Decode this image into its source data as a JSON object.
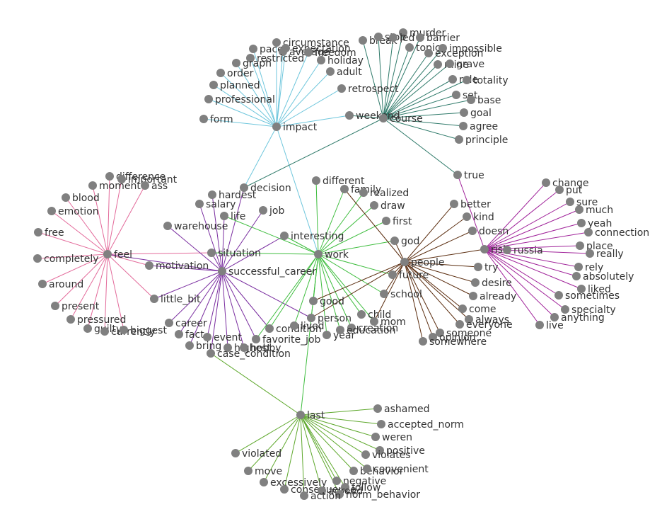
{
  "colors": {
    "node": "#808080",
    "label": "#333333",
    "edge_impact": "#6ec6dc",
    "edge_course": "#2f7a6a",
    "edge_feel": "#e36a9a",
    "edge_successful_career": "#7a2ea0",
    "edge_work": "#3ebd3e",
    "edge_people": "#5a2c0e",
    "edge_risk": "#a0239a",
    "edge_last": "#5ea82c"
  },
  "nodes": [
    {
      "id": "impact",
      "label": "impact"
    },
    {
      "id": "circumstance",
      "label": "circumstance"
    },
    {
      "id": "expectation",
      "label": "expectation"
    },
    {
      "id": "pace",
      "label": "pace"
    },
    {
      "id": "average",
      "label": "average"
    },
    {
      "id": "freedom",
      "label": "freedom"
    },
    {
      "id": "restricted",
      "label": "restricted"
    },
    {
      "id": "holiday",
      "label": "holiday"
    },
    {
      "id": "graph",
      "label": "graph"
    },
    {
      "id": "adult",
      "label": "adult"
    },
    {
      "id": "order",
      "label": "order"
    },
    {
      "id": "planned",
      "label": "planned"
    },
    {
      "id": "retrospect",
      "label": "retrospect"
    },
    {
      "id": "professional",
      "label": "professional"
    },
    {
      "id": "form",
      "label": "form"
    },
    {
      "id": "weekend",
      "label": "weekend"
    },
    {
      "id": "course",
      "label": "course"
    },
    {
      "id": "murder",
      "label": "murder"
    },
    {
      "id": "break",
      "label": "break"
    },
    {
      "id": "stop",
      "label": "stop"
    },
    {
      "id": "led",
      "label": "led"
    },
    {
      "id": "barrier",
      "label": "barrier"
    },
    {
      "id": "topic",
      "label": "topic"
    },
    {
      "id": "impossible",
      "label": "impossible"
    },
    {
      "id": "exception",
      "label": "exception"
    },
    {
      "id": "mine",
      "label": "mine"
    },
    {
      "id": "grave",
      "label": "grave"
    },
    {
      "id": "rule",
      "label": "rule"
    },
    {
      "id": "totality",
      "label": "totality"
    },
    {
      "id": "set",
      "label": "set"
    },
    {
      "id": "base",
      "label": "base"
    },
    {
      "id": "goal",
      "label": "goal"
    },
    {
      "id": "agree",
      "label": "agree"
    },
    {
      "id": "principle",
      "label": "principle"
    },
    {
      "id": "true",
      "label": "true"
    },
    {
      "id": "feel",
      "label": "feel"
    },
    {
      "id": "difference",
      "label": "difference"
    },
    {
      "id": "moment",
      "label": "moment"
    },
    {
      "id": "important",
      "label": "important"
    },
    {
      "id": "ass",
      "label": "ass"
    },
    {
      "id": "blood",
      "label": "blood"
    },
    {
      "id": "emotion",
      "label": "emotion"
    },
    {
      "id": "free",
      "label": "free"
    },
    {
      "id": "completely",
      "label": "completely"
    },
    {
      "id": "around",
      "label": "around"
    },
    {
      "id": "present",
      "label": "present"
    },
    {
      "id": "pressured",
      "label": "pressured"
    },
    {
      "id": "guilty",
      "label": "guilty"
    },
    {
      "id": "currently",
      "label": "currently"
    },
    {
      "id": "biggest",
      "label": "biggest"
    },
    {
      "id": "successful_career",
      "label": "successful_career"
    },
    {
      "id": "decision",
      "label": "decision"
    },
    {
      "id": "hardest",
      "label": "hardest"
    },
    {
      "id": "salary",
      "label": "salary"
    },
    {
      "id": "life",
      "label": "life"
    },
    {
      "id": "job",
      "label": "job"
    },
    {
      "id": "warehouse",
      "label": "warehouse"
    },
    {
      "id": "situation",
      "label": "situation"
    },
    {
      "id": "motivation",
      "label": "motivation"
    },
    {
      "id": "little_bit",
      "label": "little_bit"
    },
    {
      "id": "career",
      "label": "career"
    },
    {
      "id": "fact",
      "label": "fact"
    },
    {
      "id": "event",
      "label": "event"
    },
    {
      "id": "bring",
      "label": "bring"
    },
    {
      "id": "highest",
      "label": "highest"
    },
    {
      "id": "hobby",
      "label": "hobby"
    },
    {
      "id": "case_condition",
      "label": "case_condition"
    },
    {
      "id": "favorite_job",
      "label": "favorite_job"
    },
    {
      "id": "condition",
      "label": "condition"
    },
    {
      "id": "work",
      "label": "work"
    },
    {
      "id": "different",
      "label": "different"
    },
    {
      "id": "family",
      "label": "family"
    },
    {
      "id": "realized",
      "label": "realized"
    },
    {
      "id": "draw",
      "label": "draw"
    },
    {
      "id": "first",
      "label": "first"
    },
    {
      "id": "interesting",
      "label": "interesting"
    },
    {
      "id": "god",
      "label": "god"
    },
    {
      "id": "good",
      "label": "good"
    },
    {
      "id": "person",
      "label": "person"
    },
    {
      "id": "lived",
      "label": "lived"
    },
    {
      "id": "year",
      "label": "year"
    },
    {
      "id": "child",
      "label": "child"
    },
    {
      "id": "mom",
      "label": "mom"
    },
    {
      "id": "creation",
      "label": "creation"
    },
    {
      "id": "education",
      "label": "education"
    },
    {
      "id": "school",
      "label": "school"
    },
    {
      "id": "future",
      "label": "future"
    },
    {
      "id": "people",
      "label": "people"
    },
    {
      "id": "better",
      "label": "better"
    },
    {
      "id": "kind",
      "label": "kind"
    },
    {
      "id": "doesn",
      "label": "doesn"
    },
    {
      "id": "try",
      "label": "try"
    },
    {
      "id": "desire",
      "label": "desire"
    },
    {
      "id": "already",
      "label": "already"
    },
    {
      "id": "come",
      "label": "come"
    },
    {
      "id": "always",
      "label": "always"
    },
    {
      "id": "everyone",
      "label": "everyone"
    },
    {
      "id": "someone",
      "label": "someone"
    },
    {
      "id": "opinion",
      "label": "opinion"
    },
    {
      "id": "somewhere",
      "label": "somewhere"
    },
    {
      "id": "risk",
      "label": "risk"
    },
    {
      "id": "russia",
      "label": "russia"
    },
    {
      "id": "change",
      "label": "change"
    },
    {
      "id": "put",
      "label": "put"
    },
    {
      "id": "sure",
      "label": "sure"
    },
    {
      "id": "much",
      "label": "much"
    },
    {
      "id": "yeah",
      "label": "yeah"
    },
    {
      "id": "connection",
      "label": "connection"
    },
    {
      "id": "place",
      "label": "place"
    },
    {
      "id": "really",
      "label": "really"
    },
    {
      "id": "rely",
      "label": "rely"
    },
    {
      "id": "absolutely",
      "label": "absolutely"
    },
    {
      "id": "liked",
      "label": "liked"
    },
    {
      "id": "sometimes",
      "label": "sometimes"
    },
    {
      "id": "specialty",
      "label": "specialty"
    },
    {
      "id": "anything",
      "label": "anything"
    },
    {
      "id": "live",
      "label": "live"
    },
    {
      "id": "last",
      "label": "last"
    },
    {
      "id": "ashamed",
      "label": "ashamed"
    },
    {
      "id": "accepted_norm",
      "label": "accepted_norm"
    },
    {
      "id": "weren",
      "label": "weren"
    },
    {
      "id": "violated",
      "label": "violated"
    },
    {
      "id": "positive",
      "label": "positive"
    },
    {
      "id": "violates",
      "label": "violates"
    },
    {
      "id": "move",
      "label": "move"
    },
    {
      "id": "behavior",
      "label": "behavior"
    },
    {
      "id": "convenient",
      "label": "convenient"
    },
    {
      "id": "excessively",
      "label": "excessively"
    },
    {
      "id": "consequence",
      "label": "consequence"
    },
    {
      "id": "negative",
      "label": "negative"
    },
    {
      "id": "follow",
      "label": "follow"
    },
    {
      "id": "agreed",
      "label": "agreed"
    },
    {
      "id": "norm_behavior",
      "label": "norm_behavior"
    },
    {
      "id": "action",
      "label": "action"
    }
  ],
  "hubs": [
    {
      "hub": "impact",
      "color_key": "edge_impact",
      "targets": [
        "circumstance",
        "expectation",
        "pace",
        "average",
        "freedom",
        "restricted",
        "holiday",
        "graph",
        "adult",
        "order",
        "planned",
        "retrospect",
        "professional",
        "form",
        "weekend",
        "decision",
        "work"
      ]
    },
    {
      "hub": "course",
      "color_key": "edge_course",
      "targets": [
        "murder",
        "break",
        "stop",
        "led",
        "barrier",
        "topic",
        "impossible",
        "exception",
        "mine",
        "grave",
        "rule",
        "totality",
        "set",
        "base",
        "goal",
        "agree",
        "principle",
        "true",
        "weekend",
        "decision"
      ]
    },
    {
      "hub": "feel",
      "color_key": "edge_feel",
      "targets": [
        "difference",
        "moment",
        "important",
        "ass",
        "blood",
        "emotion",
        "free",
        "completely",
        "around",
        "present",
        "pressured",
        "guilty",
        "currently",
        "biggest",
        "situation",
        "motivation",
        "little_bit"
      ]
    },
    {
      "hub": "successful_career",
      "color_key": "edge_successful_career",
      "targets": [
        "decision",
        "hardest",
        "salary",
        "life",
        "job",
        "warehouse",
        "situation",
        "motivation",
        "little_bit",
        "career",
        "fact",
        "event",
        "bring",
        "highest",
        "hobby",
        "case_condition",
        "favorite_job",
        "condition",
        "person",
        "interesting",
        "feel"
      ]
    },
    {
      "hub": "work",
      "color_key": "edge_work",
      "targets": [
        "different",
        "family",
        "realized",
        "draw",
        "first",
        "interesting",
        "god",
        "life",
        "situation",
        "good",
        "person",
        "lived",
        "year",
        "child",
        "mom",
        "creation",
        "education",
        "school",
        "future",
        "favorite_job",
        "condition",
        "last"
      ]
    },
    {
      "hub": "people",
      "color_key": "edge_people",
      "targets": [
        "family",
        "god",
        "school",
        "future",
        "better",
        "kind",
        "doesn",
        "try",
        "desire",
        "already",
        "come",
        "always",
        "everyone",
        "someone",
        "opinion",
        "somewhere",
        "good",
        "person",
        "mom",
        "risk"
      ]
    },
    {
      "hub": "risk",
      "color_key": "edge_risk",
      "targets": [
        "russia",
        "change",
        "put",
        "sure",
        "much",
        "yeah",
        "connection",
        "place",
        "really",
        "rely",
        "absolutely",
        "liked",
        "sometimes",
        "specialty",
        "anything",
        "live",
        "true"
      ]
    },
    {
      "hub": "last",
      "color_key": "edge_last",
      "targets": [
        "ashamed",
        "accepted_norm",
        "weren",
        "violated",
        "positive",
        "violates",
        "move",
        "behavior",
        "convenient",
        "excessively",
        "consequence",
        "negative",
        "follow",
        "agreed",
        "norm_behavior",
        "action",
        "case_condition"
      ]
    }
  ]
}
